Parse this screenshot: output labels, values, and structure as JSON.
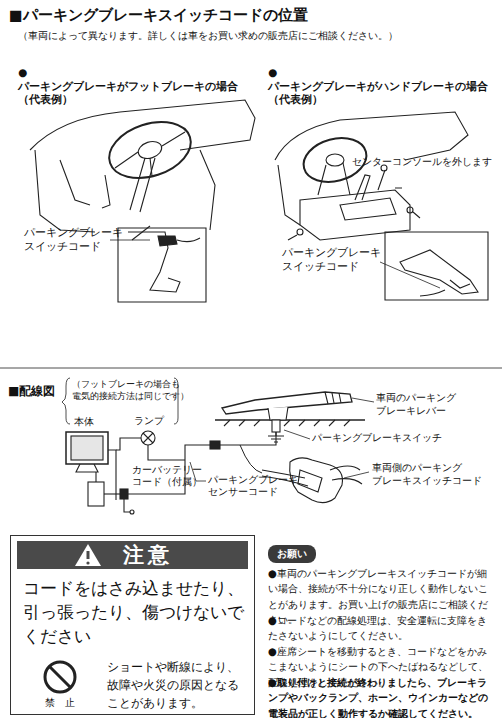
{
  "diagram": {
    "title": "■パーキングブレーキスイッチコードの位置",
    "nodes": [
      {
        "text": [
          "注意",
          "コードをはさみ込ませたり、 引っ張ったり、傷つけないで ください"
        ]
      },
      {
        "text": [
          "ショートや断線により、 故障や火災の原因となる ことがあります。",
          "禁　止"
        ],
        "in": 0
      },
      {
        "text": [
          "お願い"
        ]
      }
    ],
    "labels": [
      "（車両によって異なります。詳しくは車をお買い求めの販売店にご相談ください。）",
      "●パーキングブレーキがフットブレーキの場合 （代表例）",
      "●パーキングブレーキがハンドブレーキの場合 （代表例）",
      "センターコンソールを外します",
      "パーキングブレーキ スイッチコード",
      "パーキングブレーキ スイッチコード",
      "■配線図",
      "（フットブレーキの場合も 電気的接続方法は同じです）",
      "車両のパーキング ブレーキレバー",
      "本体",
      "ランプ",
      "パーキングブレーキスイッチ",
      "カーバッテリー コード（付属）",
      "パーキングブレーキ センサーコード",
      "車両側のパーキング ブレーキスイッチコード",
      "●車両のパーキングブレーキスイッチコードが細い場合、接続が不十分になり正しく動作しないことがあります。お買い上げの販売店にご相談ください。",
      "●コードなどの配線処理は、安全運転に支障をきたさないようにしてください。",
      "●座席シートを移動するとき、コードなどをかみこまないようにシートの下へたばねるなどして、配線処理をしてください。",
      "●取り付けと接続が終わりましたら、ブレーキランプやバックランプ、ホーン、ウインカーなどの電装品が正しく動作するか確認してください。"
    ]
  }
}
